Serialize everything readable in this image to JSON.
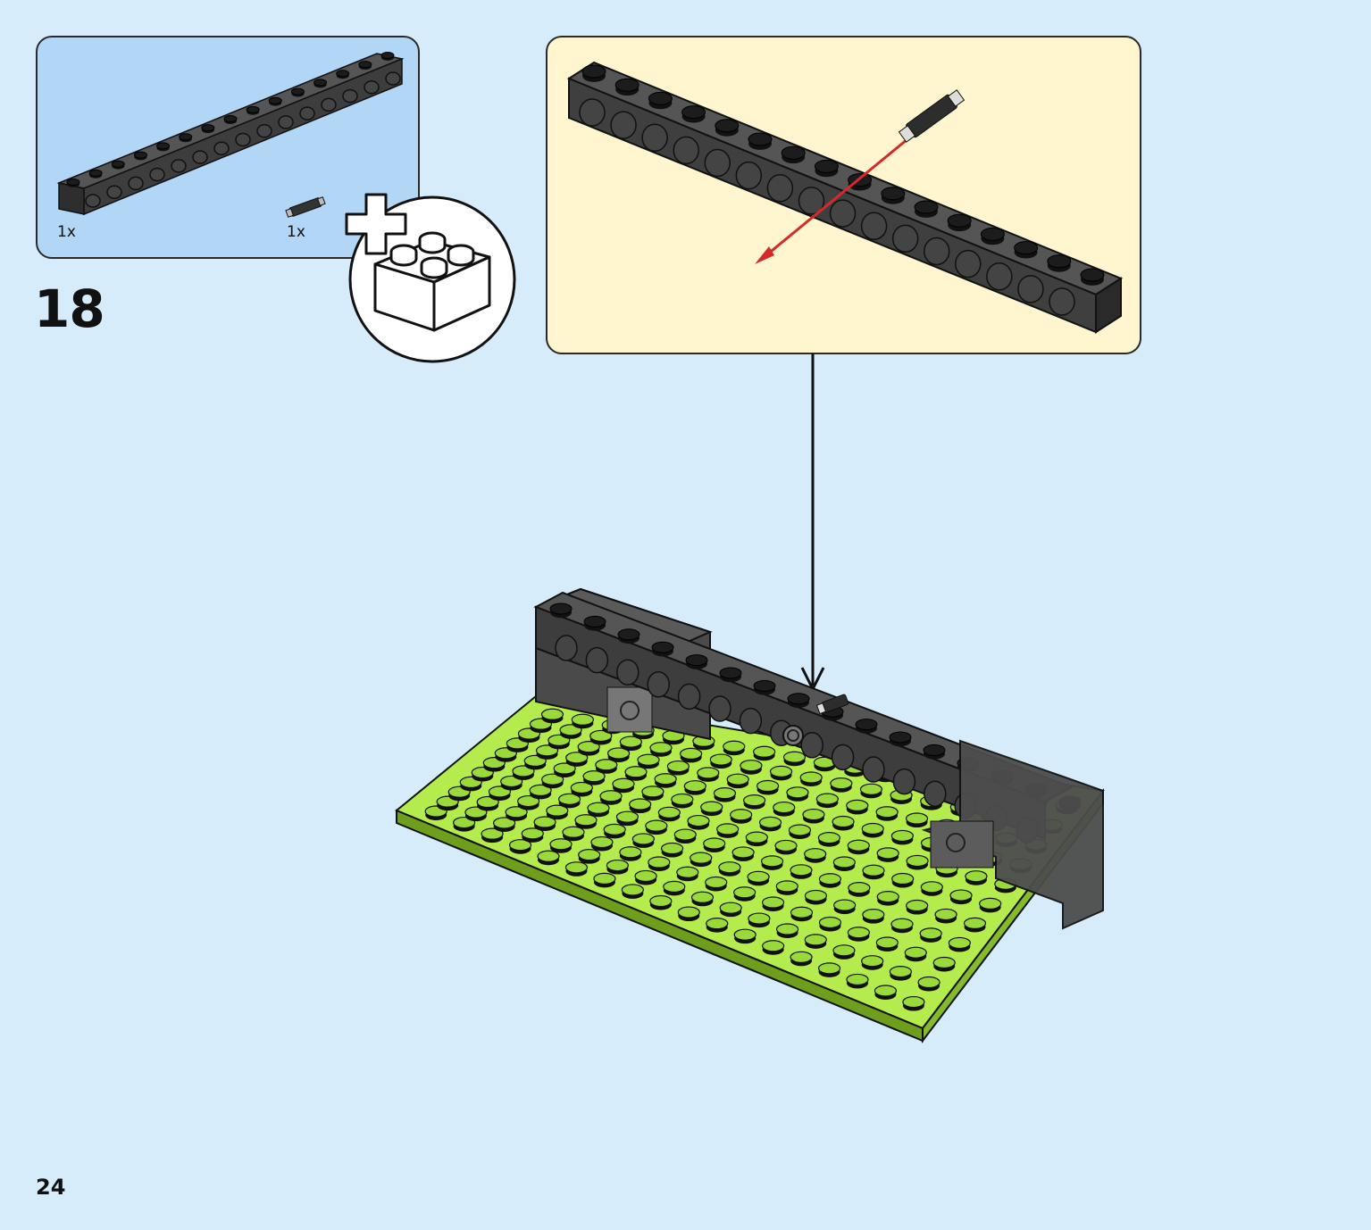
{
  "parts": [
    {
      "name": "technic-beam-16",
      "qty": "1x"
    },
    {
      "name": "connector-pin",
      "qty": "1x"
    }
  ],
  "step": {
    "number": "18"
  },
  "page": {
    "number": "24"
  },
  "colors": {
    "background": "#d6ecfb",
    "parts_panel": "#b2d6f5",
    "callout_panel": "#fff6cf",
    "brick_dark": "#3b3b3b",
    "baseplate_green": "#9ad93a",
    "arrow_red": "#d42a2a"
  },
  "icons": [
    "plus-icon",
    "brick-icon",
    "down-arrow-icon",
    "insertion-arrow-icon"
  ]
}
